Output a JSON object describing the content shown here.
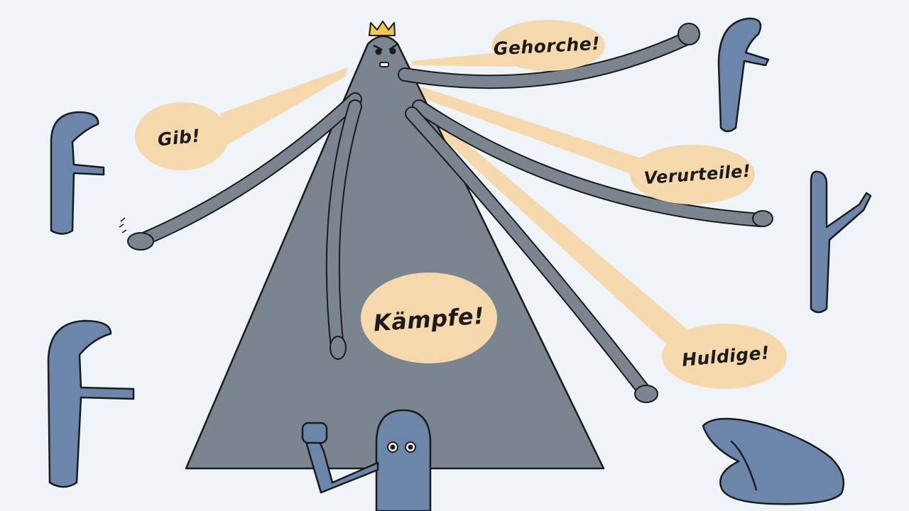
{
  "speech_bubbles": {
    "gehorche": "Gehorche!",
    "gib": "Gib!",
    "verurteile": "Verurteile!",
    "kampfe": "Kämpfe!",
    "huldige": "Huldige!"
  },
  "colors": {
    "background": "#eef4f7",
    "ruler_gray": "#7b8590",
    "bubble_peach": "#f6d8ad",
    "people_blue": "#6b86aa",
    "outline": "#1b1b1b",
    "crown_gold": "#f2c84b"
  },
  "icons": {
    "crown": "crown-icon"
  }
}
